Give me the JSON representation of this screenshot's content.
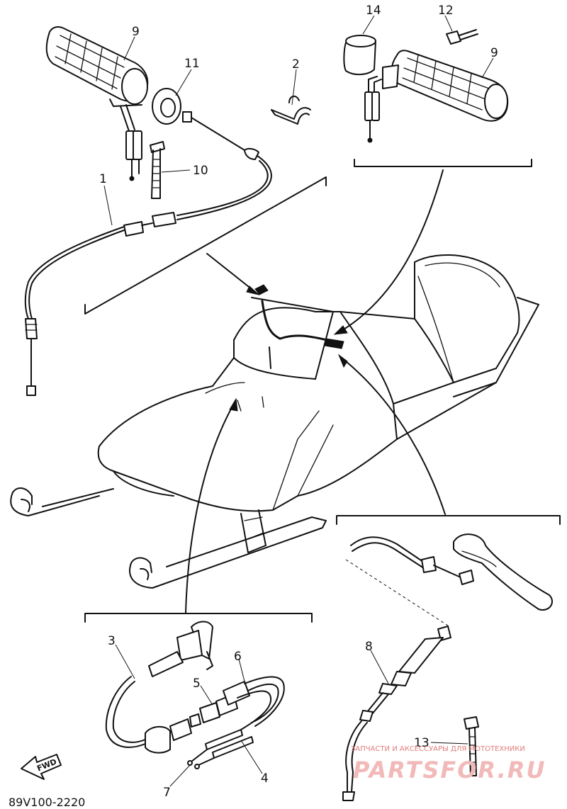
{
  "diagram": {
    "code": "89V100-2220",
    "fwd_label": "FWD",
    "callouts": [
      {
        "id": "c9a",
        "number": "9"
      },
      {
        "id": "c11",
        "number": "11"
      },
      {
        "id": "c2",
        "number": "2"
      },
      {
        "id": "c14",
        "number": "14"
      },
      {
        "id": "c12",
        "number": "12"
      },
      {
        "id": "c9b",
        "number": "9"
      },
      {
        "id": "c10",
        "number": "10"
      },
      {
        "id": "c1",
        "number": "1"
      },
      {
        "id": "c3",
        "number": "3"
      },
      {
        "id": "c6",
        "number": "6"
      },
      {
        "id": "c5",
        "number": "5"
      },
      {
        "id": "c8",
        "number": "8"
      },
      {
        "id": "c13",
        "number": "13"
      },
      {
        "id": "c4",
        "number": "4"
      },
      {
        "id": "c7",
        "number": "7"
      }
    ]
  },
  "watermark": {
    "tagline": "ЗАПЧАСТИ И АКСЕССУАРЫ ДЛЯ МОТОТЕХНИКИ",
    "brand": "PARTSFOR.RU",
    "color": "#e27b7b"
  }
}
